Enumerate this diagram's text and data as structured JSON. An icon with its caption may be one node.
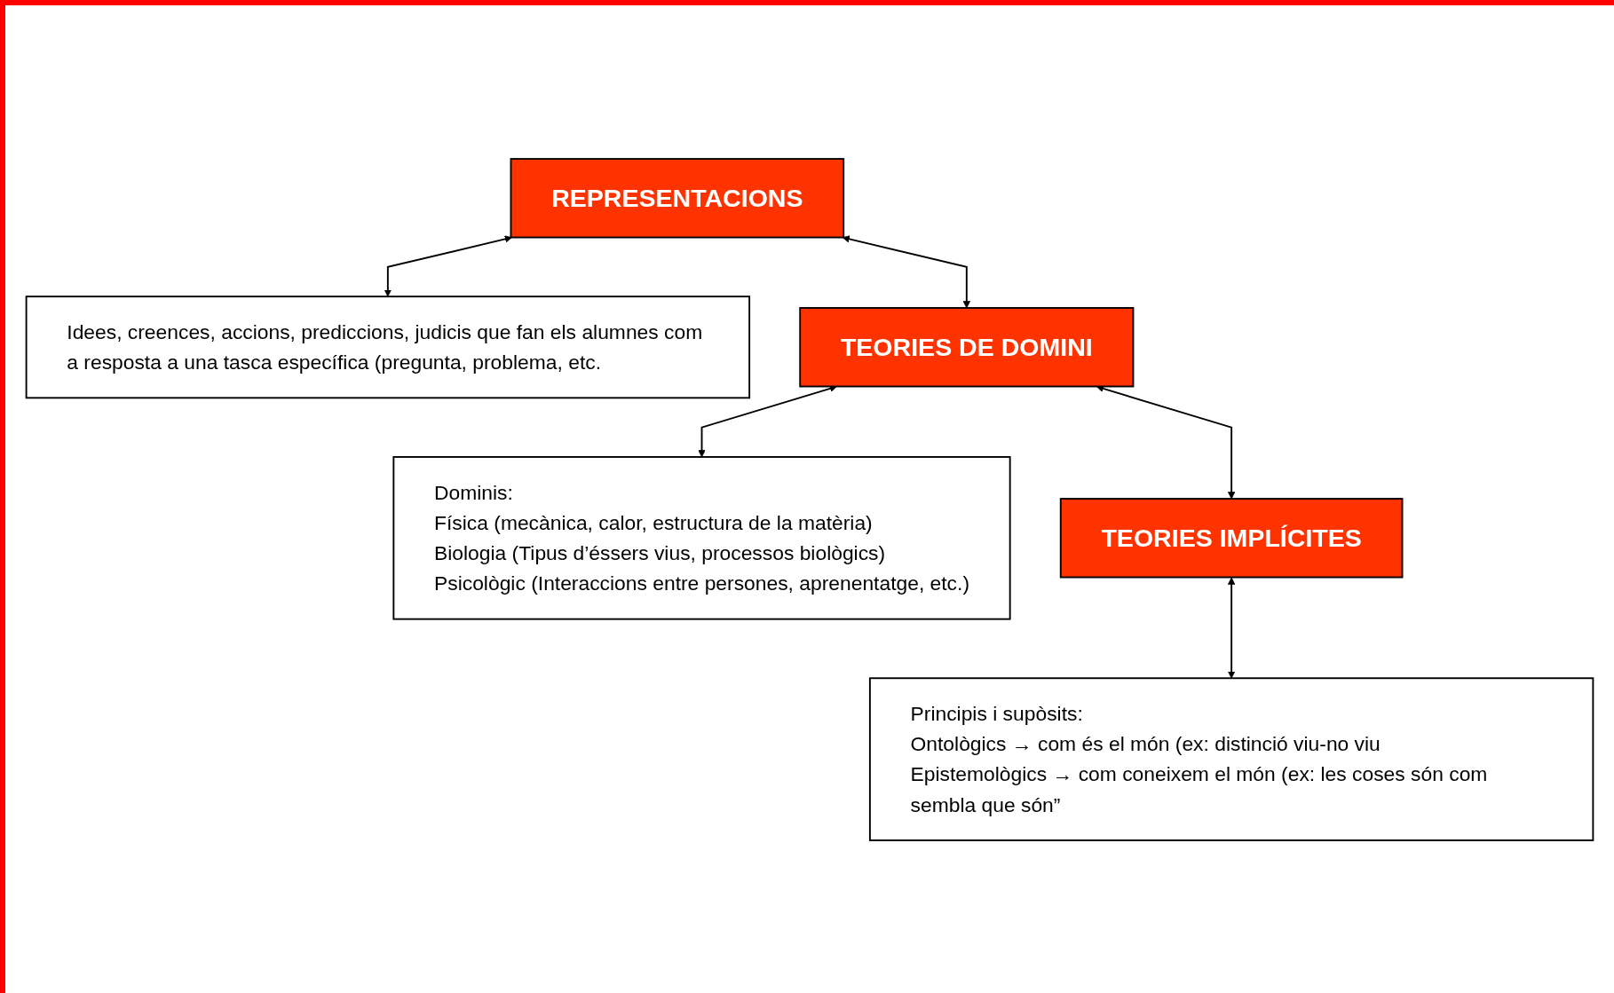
{
  "diagram": {
    "nodes": [
      {
        "text": [
          "REPRESENTACIONS"
        ]
      },
      {
        "text": [
          "Idees, creences, accions, prediccions, judicis que fan els alumnes com a resposta a una tasca específica (pregunta, problema, etc."
        ]
      },
      {
        "text": [
          "TEORIES DE DOMINI"
        ]
      },
      {
        "text": [
          "Dominis:",
          "Física (mecànica, calor, estructura de la matèria)",
          "Biologia (Tipus d’éssers vius, processos biològics)",
          "Psicològic (Interaccions entre persones, aprenentatge, etc.)"
        ]
      },
      {
        "text": [
          "TEORIES IMPLÍCITES"
        ]
      },
      {
        "text": [
          "Principis i supòsits:",
          "Ontològics → com és el món (ex: distinció viu-no viu",
          "Epistemològics → com coneixem el món (ex: les coses són com sembla que són”"
        ]
      }
    ],
    "edges": [
      {
        "from": 0,
        "to": 1,
        "arrow": "both"
      },
      {
        "from": 0,
        "to": 2,
        "arrow": "both"
      },
      {
        "from": 2,
        "to": 3,
        "arrow": "both"
      },
      {
        "from": 2,
        "to": 4,
        "arrow": "both"
      },
      {
        "from": 4,
        "to": 5,
        "arrow": "both"
      }
    ]
  }
}
